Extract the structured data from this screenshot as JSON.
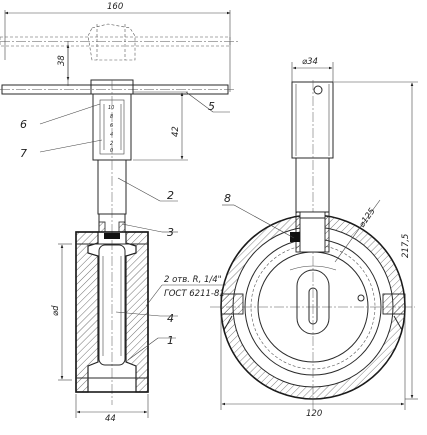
{
  "dimensions": {
    "overall_length": "160",
    "left_offset": "38",
    "handle_height": "42",
    "bore": "⌀d",
    "body_width": "44",
    "housing_diameter": "⌀34",
    "bolt_circle": "⌀125",
    "overall_height": "217,5",
    "flange_width": "120"
  },
  "note": {
    "line1": "2 отв. R, 1/4\"",
    "line2": "ГОСТ 6211-81"
  },
  "callouts": [
    "1",
    "2",
    "3",
    "4",
    "5",
    "6",
    "7",
    "8"
  ]
}
